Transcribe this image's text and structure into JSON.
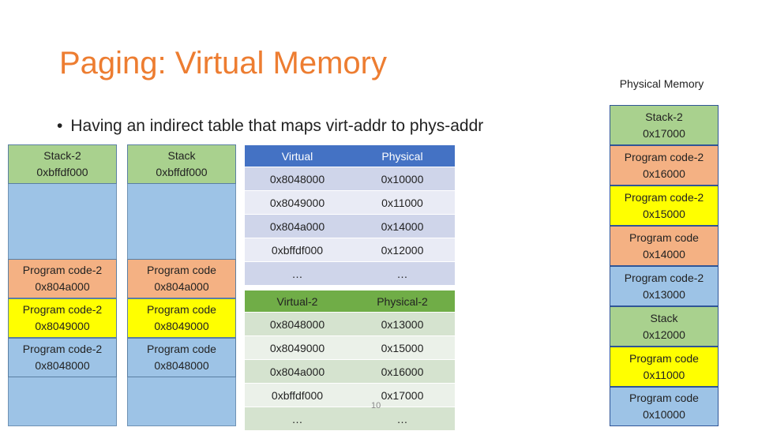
{
  "title": "Paging: Virtual Memory",
  "bullet": "Having an indirect table that maps virt-addr to phys-addr",
  "physical_memory_label": "Physical Memory",
  "vm_left": [
    {
      "name": "Stack-2",
      "addr": "0xbffdf000"
    },
    {
      "name": "Program code-2",
      "addr": "0x804a000"
    },
    {
      "name": "Program code-2",
      "addr": "0x8049000"
    },
    {
      "name": "Program code-2",
      "addr": "0x8048000"
    }
  ],
  "vm_right": [
    {
      "name": "Stack",
      "addr": "0xbffdf000"
    },
    {
      "name": "Program code",
      "addr": "0x804a000"
    },
    {
      "name": "Program code",
      "addr": "0x8049000"
    },
    {
      "name": "Program code",
      "addr": "0x8048000"
    }
  ],
  "table1": {
    "headers": [
      "Virtual",
      "Physical"
    ],
    "rows": [
      [
        "0x8048000",
        "0x10000"
      ],
      [
        "0x8049000",
        "0x11000"
      ],
      [
        "0x804a000",
        "0x14000"
      ],
      [
        "0xbffdf000",
        "0x12000"
      ],
      [
        "…",
        "…"
      ]
    ]
  },
  "table2": {
    "headers": [
      "Virtual-2",
      "Physical-2"
    ],
    "rows": [
      [
        "0x8048000",
        "0x13000"
      ],
      [
        "0x8049000",
        "0x15000"
      ],
      [
        "0x804a000",
        "0x16000"
      ],
      [
        "0xbffdf000",
        "0x17000"
      ],
      [
        "…",
        "…"
      ]
    ]
  },
  "physical_memory": [
    {
      "name": "Stack-2",
      "addr": "0x17000",
      "color": "#a9d18e"
    },
    {
      "name": "Program code-2",
      "addr": "0x16000",
      "color": "#f4b183"
    },
    {
      "name": "Program code-2",
      "addr": "0x15000",
      "color": "#ffff00"
    },
    {
      "name": "Program code",
      "addr": "0x14000",
      "color": "#f4b183"
    },
    {
      "name": "Program code-2",
      "addr": "0x13000",
      "color": "#9dc3e6"
    },
    {
      "name": "Stack",
      "addr": "0x12000",
      "color": "#a9d18e"
    },
    {
      "name": "Program code",
      "addr": "0x11000",
      "color": "#ffff00"
    },
    {
      "name": "Program code",
      "addr": "0x10000",
      "color": "#9dc3e6"
    }
  ],
  "page_number": "10"
}
